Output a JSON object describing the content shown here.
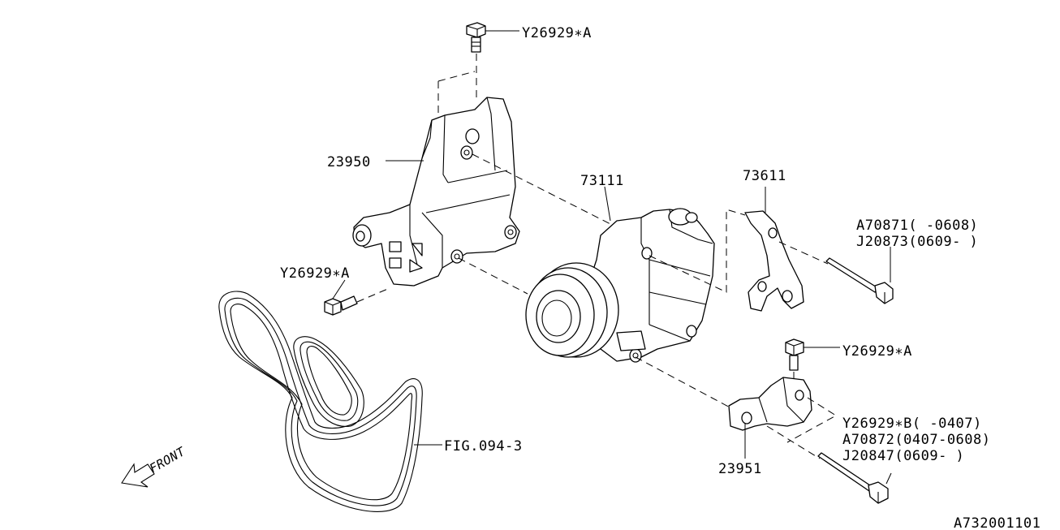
{
  "labels": {
    "bolt_top": "Y26929∗A",
    "bracket_main": "23950",
    "bolt_left": "Y26929∗A",
    "compressor": "73111",
    "bracket_right": "73611",
    "stud_a_line1": "A70871(  -0608)",
    "stud_a_line2": "J20873(0609-  )",
    "bolt_right": "Y26929∗A",
    "stud_b_line1": "Y26929∗B(  -0407)",
    "stud_b_line2": "A70872(0407-0608)",
    "stud_b_line3": "J20847(0609-    )",
    "bracket_lower": "23951",
    "belt_ref": "FIG.094-3",
    "front": "FRONT",
    "diagram_id": "A732001101"
  }
}
